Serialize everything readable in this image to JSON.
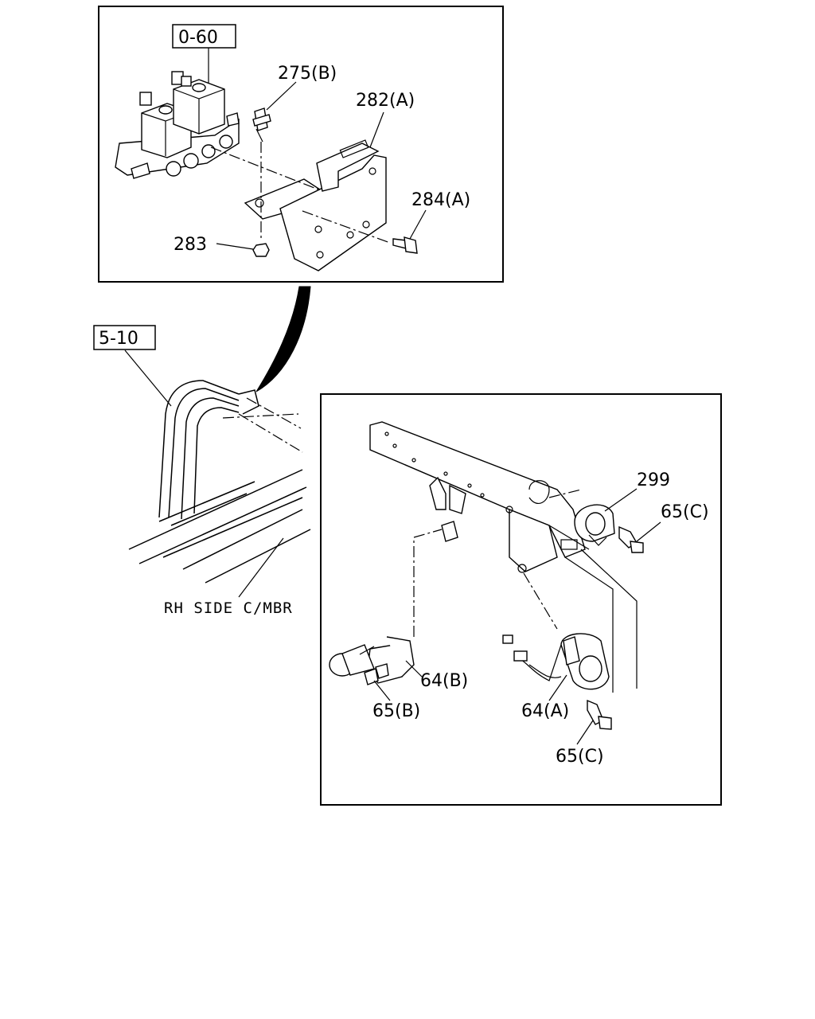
{
  "diagram": {
    "reference_boxes": {
      "top": "0-60",
      "left": "5-10"
    },
    "labels": {
      "p275b": "275(B)",
      "p282a": "282(A)",
      "p284a": "284(A)",
      "p283": "283",
      "p299": "299",
      "p65c_top": "65(C)",
      "p64b": "64(B)",
      "p65b": "65(B)",
      "p64a": "64(A)",
      "p65c_bottom": "65(C)",
      "rh_side": "RH SIDE C/MBR"
    }
  }
}
